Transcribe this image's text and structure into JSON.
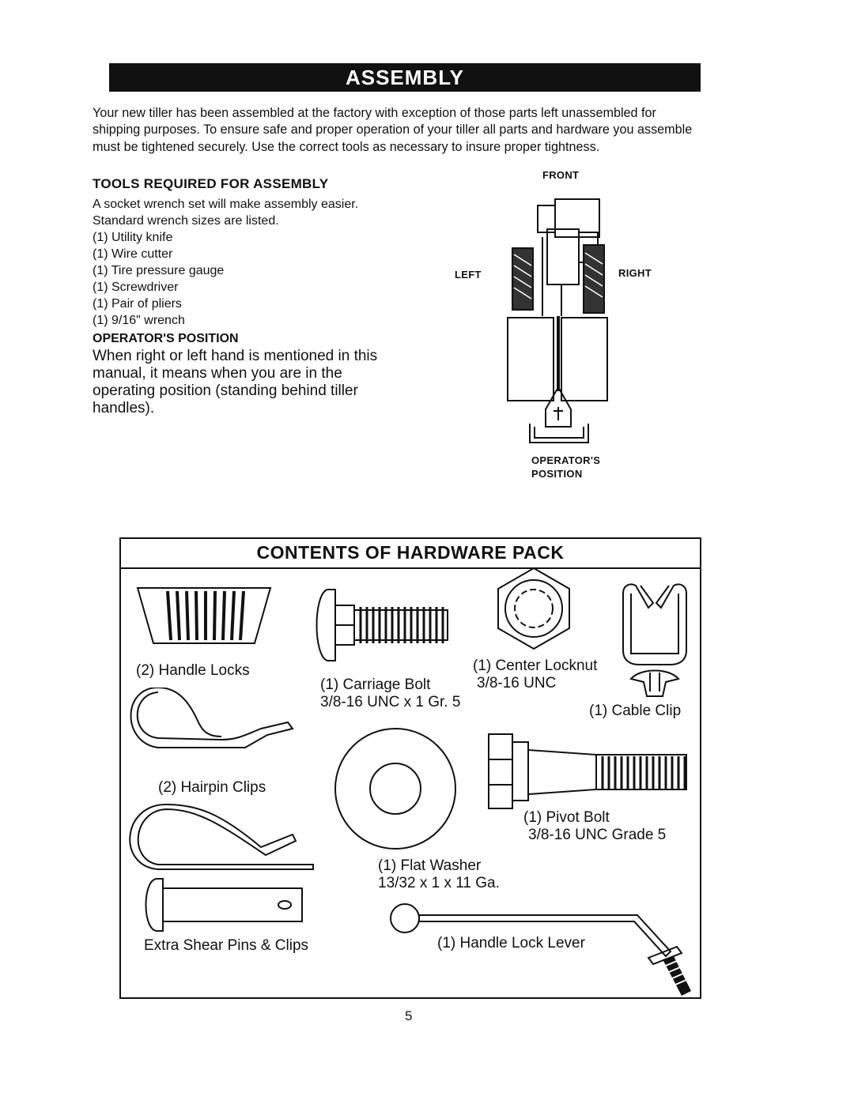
{
  "header": {
    "title": "ASSEMBLY"
  },
  "intro": "Your new tiller has been assembled at the factory with exception of those parts left unassembled for shipping purposes. To ensure safe and proper operation of your tiller all parts and hardware you assemble must be tightened securely. Use the correct tools as necessary to insure proper tightness.",
  "tools": {
    "heading": "TOOLS REQUIRED FOR ASSEMBLY",
    "text": "A socket wrench set will make assembly easier. Standard wrench sizes are listed.",
    "items": [
      "(1) Utility knife",
      "(1) Wire cutter",
      "(1) Tire pressure gauge",
      "(1) Screwdriver",
      "(1) Pair of pliers",
      "(1) 9/16\" wrench"
    ]
  },
  "operator": {
    "heading": "OPERATOR'S POSITION",
    "text": "When right or left hand is mentioned in this manual, it means when you are in the operating position (standing behind tiller handles)."
  },
  "diagram": {
    "front": "FRONT",
    "left": "LEFT",
    "right": "RIGHT",
    "operator_line1": "OPERATOR'S",
    "operator_line2": "POSITION"
  },
  "hardware": {
    "title": "CONTENTS OF HARDWARE PACK",
    "handle_locks": "(2) Handle Locks",
    "carriage_bolt_1": "(1) Carriage Bolt",
    "carriage_bolt_2": "3/8-16 UNC x 1 Gr. 5",
    "center_locknut_1": "(1) Center Locknut",
    "center_locknut_2": "3/8-16 UNC",
    "cable_clip": "(1) Cable Clip",
    "hairpin_clips": "(2) Hairpin Clips",
    "pivot_bolt_1": "(1) Pivot Bolt",
    "pivot_bolt_2": "3/8-16 UNC Grade 5",
    "flat_washer_1": "(1) Flat Washer",
    "flat_washer_2": "13/32 x 1 x 11 Ga.",
    "shear_pins": "Extra Shear Pins & Clips",
    "handle_lock_lever": "(1) Handle Lock Lever"
  },
  "page_number": "5"
}
